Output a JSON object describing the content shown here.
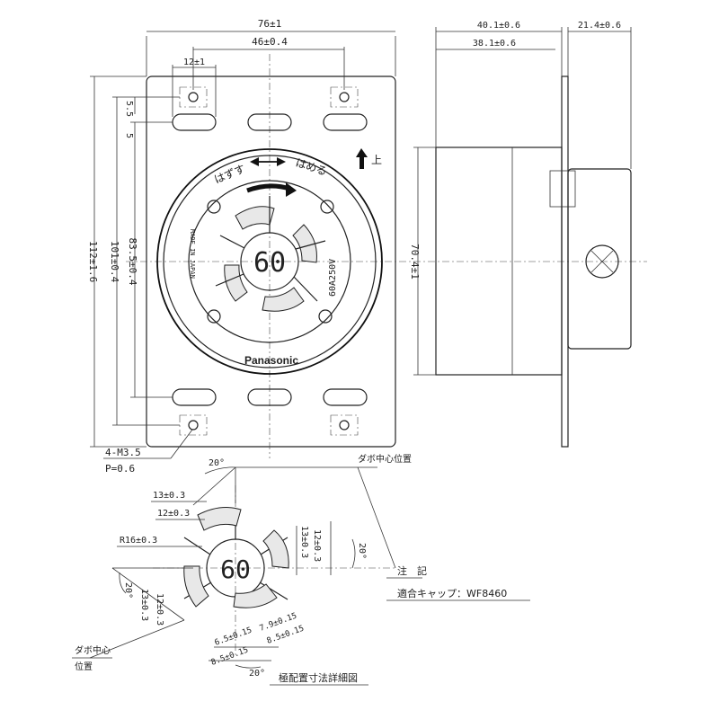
{
  "dimensions": {
    "plate_width": "76±1",
    "hole_pitch": "46±0.4",
    "slot_width": "12±1",
    "off_5_5": "5.5",
    "off_5": "5",
    "height_total": "112±1.6",
    "height_101": "101±0.4",
    "height_835": "83.5±0.4",
    "depth_401": "40.1±0.6",
    "depth_381": "38.1±0.6",
    "depth_214": "21.4±0.6",
    "body_704": "70.4±1",
    "screw": "4-M3.5",
    "pitch": "P=0.6"
  },
  "face": {
    "release_label": "はずす",
    "insert_label": "はめる",
    "up_label": "上",
    "rating_label": "60",
    "amp_label": "60A250V",
    "made_label": "MADE IN JAPAN",
    "brand_label": "Panasonic"
  },
  "detail": {
    "angle_top": "20°",
    "d13_top": "13±0.3",
    "d12_top": "12±0.3",
    "radius": "R16±0.3",
    "angle_left": "20°",
    "d13_left": "13±0.3",
    "d12_left": "12±0.3",
    "d13_right": "13±0.3",
    "d12_right": "12±0.3",
    "angle_right": "20°",
    "b_65": "6.5±0.15",
    "b_7_9": "7.9±0.15",
    "b_85": "8.5±0.15",
    "b_8_5": "8.5±0.15",
    "angle_bottom": "20°",
    "center_ref_top": "ダボ中心位置",
    "center_ref_left_1": "ダボ中心",
    "center_ref_left_2": "位置",
    "title": "極配置寸法詳細図",
    "rating_label": "60"
  },
  "notes": {
    "heading": "注　記",
    "cap": "適合キャップ：WF8460"
  }
}
